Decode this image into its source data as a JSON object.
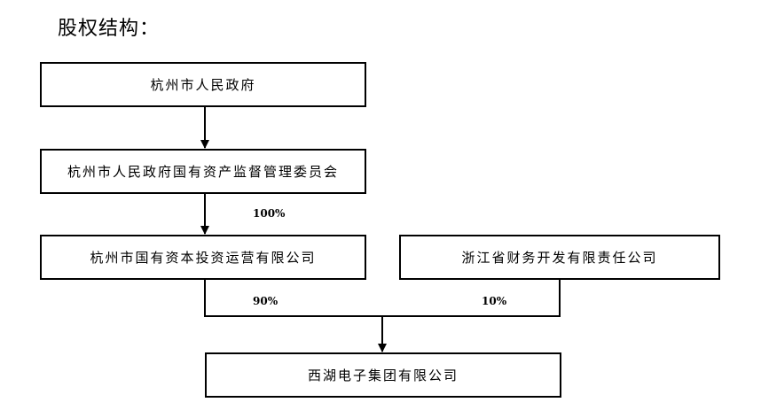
{
  "heading": "股权结构：",
  "entities": {
    "gov": "杭州市人民政府",
    "sasac": "杭州市人民政府国有资产监督管理委员会",
    "invest": "杭州市国有资本投资运营有限公司",
    "finance": "浙江省财务开发有限责任公司",
    "xihu": "西湖电子集团有限公司"
  },
  "ownership": {
    "sasac_to_invest": "100%",
    "invest_to_xihu": "90%",
    "finance_to_xihu": "10%"
  }
}
